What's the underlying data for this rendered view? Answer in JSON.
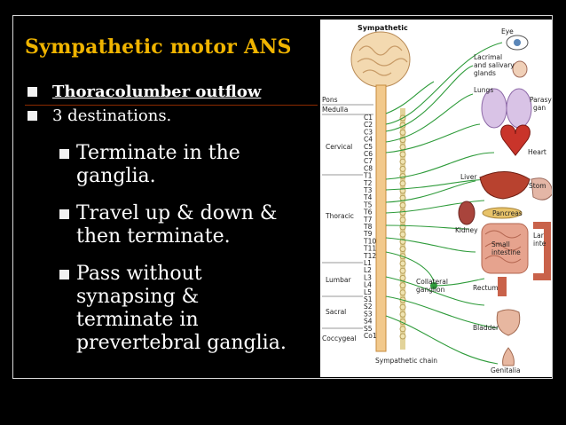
{
  "slide": {
    "title": "Sympathetic motor ANS",
    "bullets": [
      {
        "text": "Thoracolumber outflow"
      },
      {
        "text": "3 destinations."
      }
    ],
    "subbullets": [
      {
        "lines": [
          "Terminate in the",
          "ganglia."
        ]
      },
      {
        "lines": [
          "Travel up & down &",
          "then terminate."
        ]
      },
      {
        "lines": [
          "Pass without",
          "synapsing &",
          "terminate in",
          "prevertebral ganglia."
        ]
      }
    ]
  },
  "diagram": {
    "heading": "Sympathetic",
    "left_labels": {
      "pons": "Pons",
      "medulla": "Medulla",
      "cervical": "Cervical",
      "thoracic": "Thoracic",
      "lumbar": "Lumbar",
      "sacral": "Sacral",
      "coccygeal": "Coccygeal"
    },
    "segments": [
      "C1",
      "C2",
      "C3",
      "C4",
      "C5",
      "C6",
      "C7",
      "C8",
      "T1",
      "T2",
      "T3",
      "T4",
      "T5",
      "T6",
      "T7",
      "T8",
      "T9",
      "T10",
      "T11",
      "T12",
      "L1",
      "L2",
      "L3",
      "L4",
      "L5",
      "S1",
      "S2",
      "S3",
      "S4",
      "S5",
      "Co1"
    ],
    "organs": {
      "eye": "Eye",
      "lacrimal": [
        "Lacrimal",
        "and salivary",
        "glands"
      ],
      "lungs": "Lungs",
      "parasymp": [
        "Parasymp",
        "gan"
      ],
      "heart": "Heart",
      "liver": "Liver",
      "stomach": "Stom",
      "pancreas": "Pancreas",
      "kidney": "Kidney",
      "small_intestine": [
        "Small",
        "intestine"
      ],
      "large_intestine": [
        "Lar",
        "inte"
      ],
      "collateral": [
        "Collateral",
        "ganglion"
      ],
      "rectum": "Rectum",
      "bladder": "Bladder",
      "genitalia": "Genitalia",
      "chain": "Sympathetic chain"
    }
  }
}
